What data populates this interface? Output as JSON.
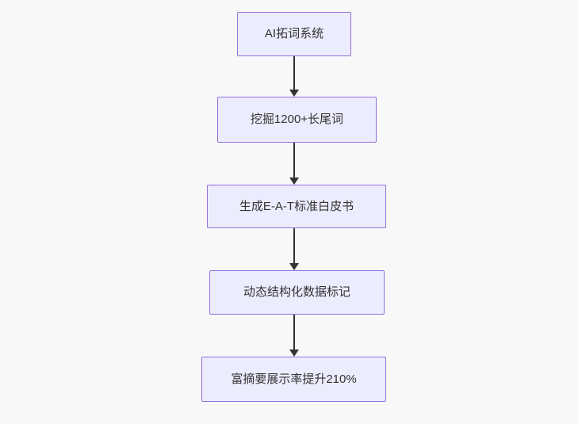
{
  "flowchart": {
    "type": "flowchart",
    "direction": "top-down",
    "colors": {
      "background": "#f8f8f8",
      "node_fill": "#ececff",
      "node_border": "#9370db",
      "arrow": "#333333",
      "text": "#333333"
    },
    "nodes": [
      {
        "id": "n1",
        "label": "AI拓词系统"
      },
      {
        "id": "n2",
        "label": "挖掘1200+长尾词"
      },
      {
        "id": "n3",
        "label": "生成E-A-T标准白皮书"
      },
      {
        "id": "n4",
        "label": "动态结构化数据标记"
      },
      {
        "id": "n5",
        "label": "富摘要展示率提升210%"
      }
    ],
    "edges": [
      {
        "from": "n1",
        "to": "n2"
      },
      {
        "from": "n2",
        "to": "n3"
      },
      {
        "from": "n3",
        "to": "n4"
      },
      {
        "from": "n4",
        "to": "n5"
      }
    ]
  }
}
